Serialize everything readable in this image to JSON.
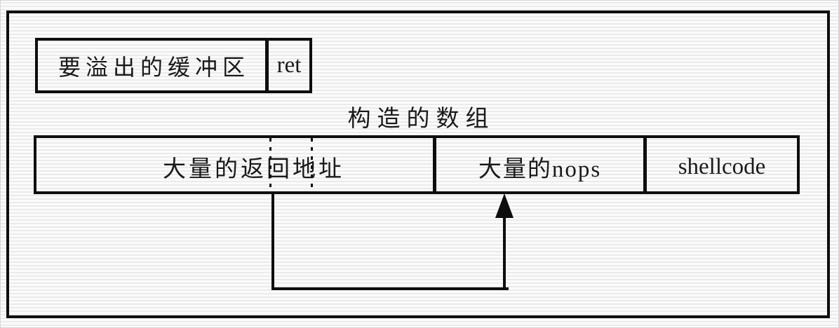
{
  "diagram": {
    "buffer_box": {
      "label": "要溢出的缓冲区",
      "ret_label": "ret"
    },
    "array_label": "构造的数组",
    "sections": [
      {
        "label": "大量的返回地址"
      },
      {
        "label": "大量的nops"
      },
      {
        "label": "shellcode"
      }
    ],
    "colors": {
      "line": "#0e0e0e",
      "text": "#1a1a1a",
      "background_stripe_light": "#fbfbfb",
      "background_stripe_dark": "#ebebeb"
    }
  }
}
